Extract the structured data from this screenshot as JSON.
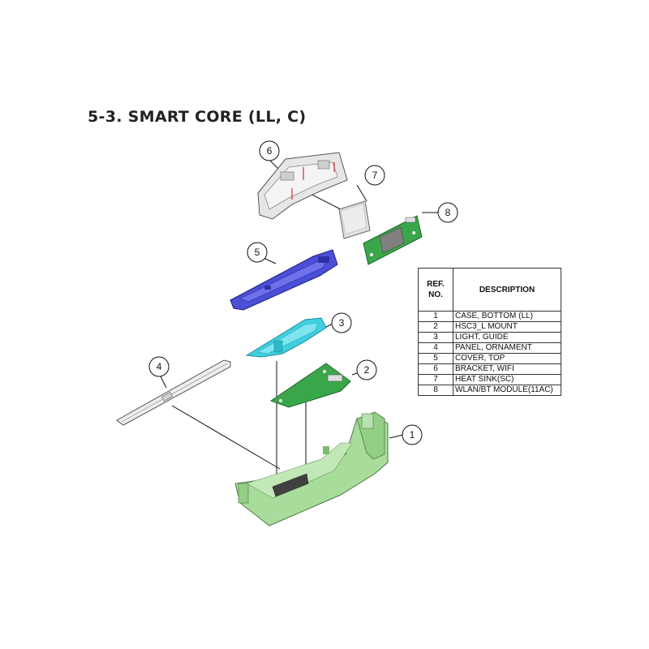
{
  "title": "5-3. SMART CORE (LL, C)",
  "table": {
    "headers": {
      "ref": "REF.\nNO.",
      "ref_line1": "REF.",
      "ref_line2": "NO.",
      "desc": "DESCRIPTION"
    },
    "rows": [
      {
        "ref": "1",
        "desc": "CASE, BOTTOM (LL)"
      },
      {
        "ref": "2",
        "desc": "HSC3_L MOUNT"
      },
      {
        "ref": "3",
        "desc": "LIGHT, GUIDE"
      },
      {
        "ref": "4",
        "desc": "PANEL, ORNAMENT"
      },
      {
        "ref": "5",
        "desc": "COVER, TOP"
      },
      {
        "ref": "6",
        "desc": "BRACKET, WIFI"
      },
      {
        "ref": "7",
        "desc": "HEAT SINK(SC)"
      },
      {
        "ref": "8",
        "desc": "WLAN/BT MODULE(11AC)"
      }
    ]
  },
  "callouts": [
    "1",
    "2",
    "3",
    "4",
    "5",
    "6",
    "7",
    "8"
  ],
  "colors": {
    "case_green": "#a8dc9a",
    "pcb_green": "#3aa64a",
    "cover_blue": "#4b4fd6",
    "light_guide_cyan": "#3fd0e0",
    "bracket_grey": "#e4e4e4",
    "heatsink_grey": "#e0e0e0"
  }
}
